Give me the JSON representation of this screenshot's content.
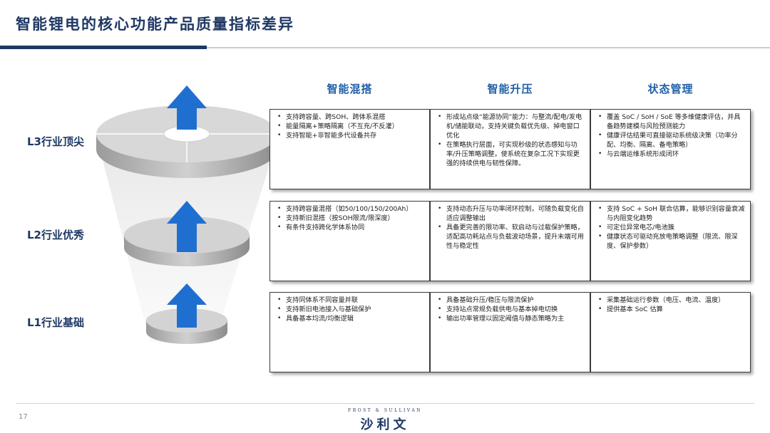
{
  "header": {
    "title": "智能锂电的核心功能产品质量指标差异"
  },
  "levels": [
    {
      "label": "L3行业顶尖"
    },
    {
      "label": "L2行业优秀"
    },
    {
      "label": "L1行业基础"
    }
  ],
  "columns": [
    {
      "title": "智能混搭"
    },
    {
      "title": "智能升压"
    },
    {
      "title": "状态管理"
    }
  ],
  "cards": {
    "l3": {
      "mix": [
        "支持跨容量、跨SOH、跨体系混搭",
        "能量隔离+策略隔离（不互充/不反灌）",
        "支持智能+非智能多代设备共存"
      ],
      "boost": [
        "形成站点级“能源协同”能力：与整流/配电/发电机/储能联动，支持关键负载优先级、掉电窗口优化",
        "在策略执行层面，可实现秒级的状态感知与功率/升压策略调整，使系统在复杂工况下实现更强的持续供电与韧性保障。"
      ],
      "state": [
        "覆盖 SoC / SoH / SoE 等多维健康评估，并具备趋势建模与风险预测能力",
        "健康评估结果可直接驱动系统级决策（功率分配、均衡、隔离、备电策略）",
        "与云端运维系统形成闭环"
      ]
    },
    "l2": {
      "mix": [
        "支持跨容量混搭（如50/100/150/200Ah）",
        "支持新旧混搭（按SOH限流/限深度）",
        "有条件支持跨化学体系协同"
      ],
      "boost": [
        "支持动态升压与功率闭环控制，可随负载变化自适应调整输出",
        "具备更完善的限功率、软启动与过载保护策略，适配高功耗站点与负载波动场景，提升末端可用性与稳定性"
      ],
      "state": [
        "支持 SoC + SoH 联合估算，能够识别容量衰减与内阻变化趋势",
        "可定位异常电芯/电池簇",
        "健康状态可驱动充放电策略调整（限流、限深度、保护参数）"
      ]
    },
    "l1": {
      "mix": [
        "支持同体系不同容量并联",
        "支持新旧电池接入与基础保护",
        "具备基本均流/均衡逻辑"
      ],
      "boost": [
        "具备基础升压/稳压与限流保护",
        "支持站点常规负载供电与基本掉电切换",
        "输出功率管理以固定阈值与静态策略为主"
      ],
      "state": [
        "采集基础运行参数（电压、电流、温度）",
        "提供基本 SoC 估算"
      ]
    }
  },
  "footer": {
    "page": "17",
    "brand_en": "FROST & SULLIVAN",
    "brand_cn": "沙利文"
  },
  "colors": {
    "navy": "#1f3864",
    "accent_blue": "#1f5fa8",
    "arrow_blue": "#1f6fd0",
    "disc_gray": "#d6d6d6"
  }
}
